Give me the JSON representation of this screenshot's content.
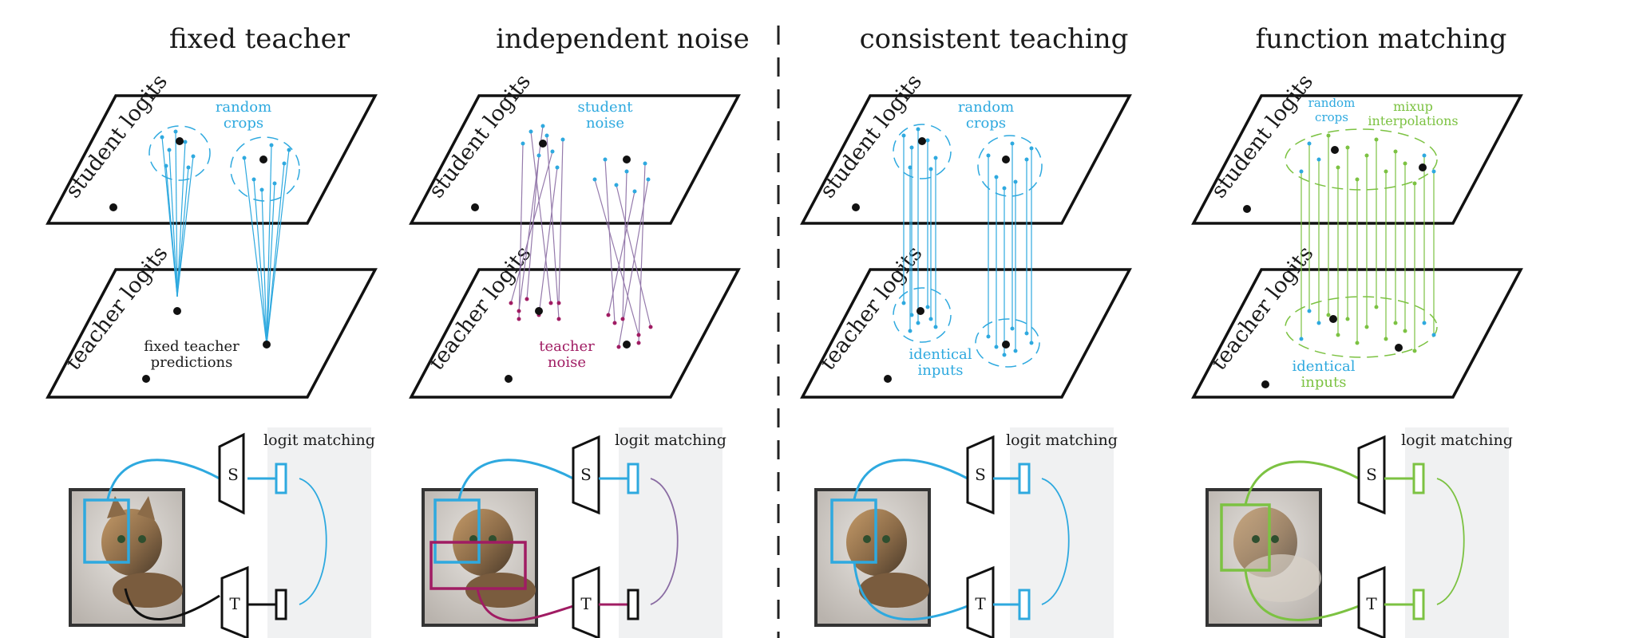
{
  "colors": {
    "blue": "#2ea9df",
    "green": "#7cc242",
    "purple": "#a01c63",
    "black": "#111111",
    "panel_gray": "#f0f1f2"
  },
  "panels": [
    {
      "title": "fixed teacher",
      "upper_note": [
        "random",
        "crops"
      ],
      "lower_note": [
        "fixed teacher",
        "predictions"
      ],
      "logit_label": "logit matching",
      "student_label": "S",
      "teacher_label": "T"
    },
    {
      "title": "independent noise",
      "upper_note": [
        "student",
        "noise"
      ],
      "lower_note": [
        "teacher",
        "noise"
      ],
      "logit_label": "logit matching",
      "student_label": "S",
      "teacher_label": "T"
    },
    {
      "title": "consistent teaching",
      "upper_note": [
        "random",
        "crops"
      ],
      "lower_note": [
        "identical",
        "inputs"
      ],
      "logit_label": "logit matching",
      "student_label": "S",
      "teacher_label": "T"
    },
    {
      "title": "function matching",
      "upper_note": [
        "random",
        "crops"
      ],
      "upper_note_b": [
        "mixup",
        "interpolations"
      ],
      "lower_note": [
        "identical",
        "inputs"
      ],
      "logit_label": "logit matching",
      "student_label": "S",
      "teacher_label": "T"
    }
  ],
  "plane_labels": {
    "student": "student logits",
    "teacher": "teacher logits"
  },
  "icons": [
    "cat-photo-icon",
    "crop-box-icon",
    "network-trapezoid-icon",
    "logit-vector-icon"
  ]
}
